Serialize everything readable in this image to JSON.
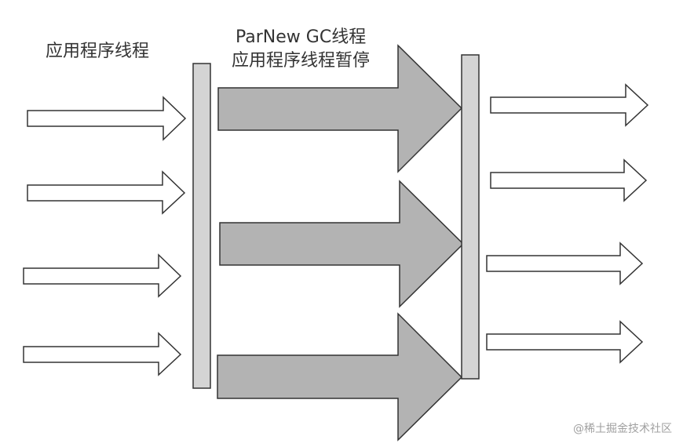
{
  "labels": {
    "app_threads": "应用程序线程",
    "gc_threads": "ParNew GC线程",
    "app_paused": "应用程序线程暂停"
  },
  "watermark": "@稀土掘金技术社区",
  "colors": {
    "outline": "#333333",
    "gc_arrow_fill": "#b3b3b3",
    "barrier_fill": "#d4d4d4",
    "app_arrow_fill": "#ffffff"
  },
  "counts": {
    "app_threads_before": 4,
    "gc_threads": 3,
    "app_threads_after": 4
  }
}
